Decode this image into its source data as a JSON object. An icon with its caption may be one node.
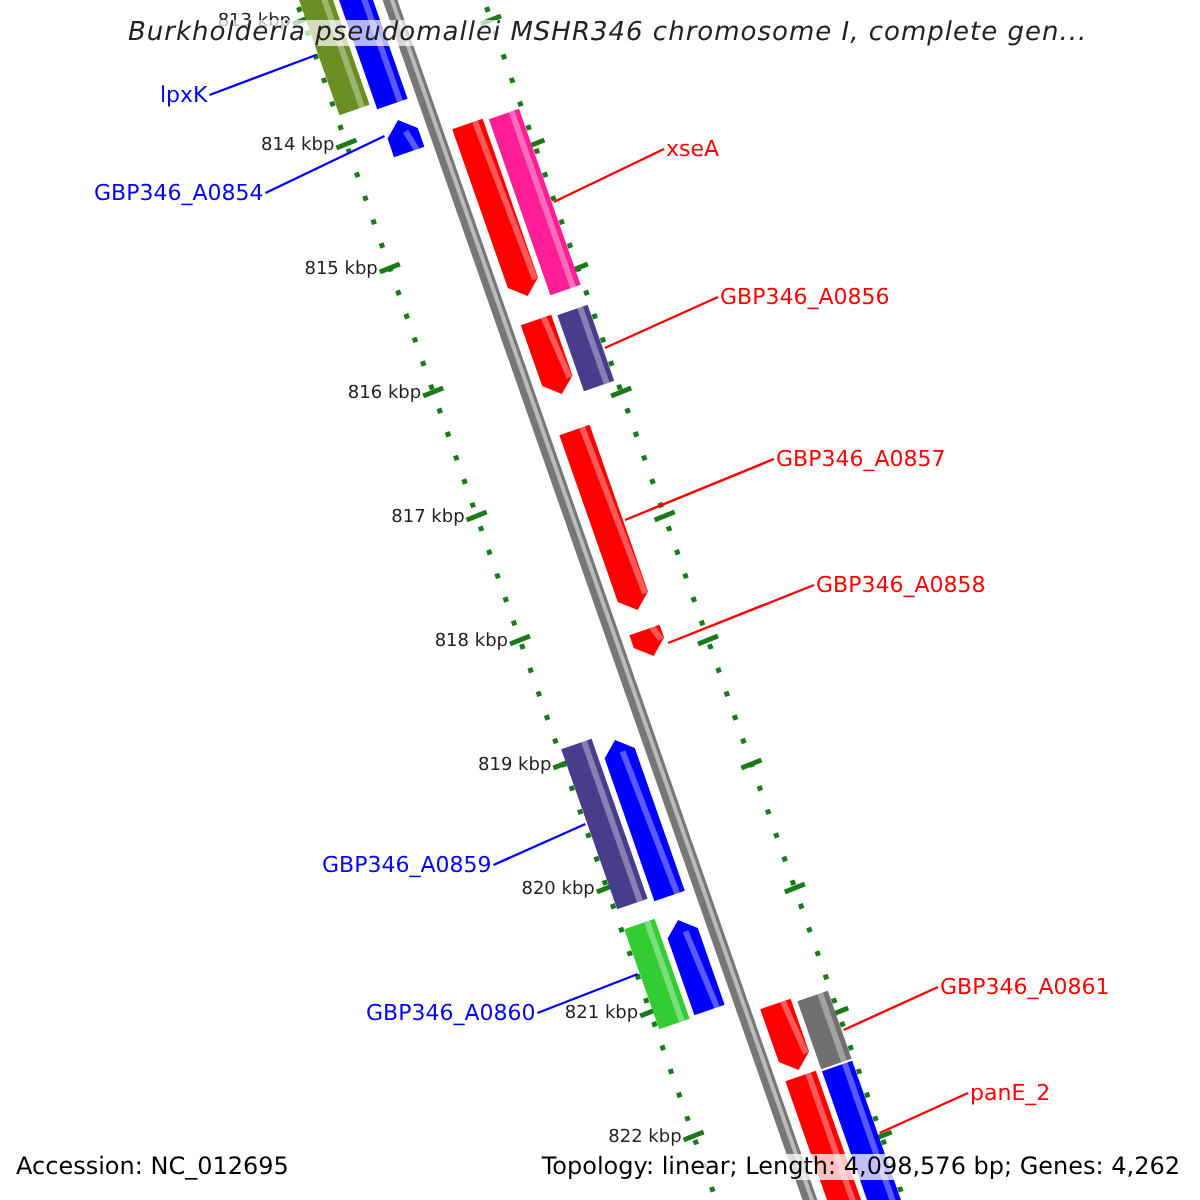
{
  "diagram": {
    "title": "Burkholderia pseudomallei MSHR346 chromosome I, complete gen...",
    "nodes": [
      {
        "text": [
          "lpxK"
        ]
      },
      {
        "text": [],
        "shape": "bar"
      },
      {
        "text": [
          "GBP346_A0854"
        ]
      },
      {
        "text": [],
        "shape": "bar"
      },
      {
        "text": [
          "xseA"
        ]
      },
      {
        "text": [],
        "shape": "bar"
      },
      {
        "text": [
          "GBP346_A0856"
        ]
      },
      {
        "text": [],
        "shape": "bar"
      },
      {
        "text": [
          "GBP346_A0857"
        ]
      },
      {
        "text": [],
        "shape": "bar"
      },
      {
        "text": [
          "GBP346_A0858"
        ]
      },
      {
        "text": [],
        "shape": "bar"
      },
      {
        "text": [
          "GBP346_A0859"
        ]
      },
      {
        "text": [],
        "shape": "bar"
      },
      {
        "text": [
          "GBP346_A0860"
        ]
      },
      {
        "text": [],
        "shape": "bar"
      },
      {
        "text": [
          "GBP346_A0861"
        ]
      },
      {
        "text": [],
        "shape": "bar"
      },
      {
        "text": [
          "panE_2"
        ]
      },
      {
        "text": [],
        "shape": "bar"
      },
      {
        "text": [],
        "shape": "bar"
      },
      {
        "text": [],
        "shape": "bar"
      },
      {
        "text": [],
        "shape": "bar"
      },
      {
        "text": [],
        "shape": "bar"
      },
      {
        "text": [],
        "shape": "bar"
      },
      {
        "text": [],
        "shape": "bar"
      },
      {
        "text": [],
        "shape": "bar"
      }
    ],
    "edges": [
      {
        "from": 0,
        "to": 1,
        "arrow": "none",
        "color": "#0000ff"
      },
      {
        "from": 2,
        "to": 3,
        "arrow": "none",
        "color": "#0000ff"
      },
      {
        "from": 4,
        "to": 5,
        "arrow": "none",
        "color": "#ff0000"
      },
      {
        "from": 6,
        "to": 7,
        "arrow": "none",
        "color": "#ff0000"
      },
      {
        "from": 8,
        "to": 9,
        "arrow": "none",
        "color": "#ff0000"
      },
      {
        "from": 10,
        "to": 11,
        "arrow": "none",
        "color": "#ff0000"
      },
      {
        "from": 12,
        "to": 13,
        "arrow": "none",
        "color": "#0000ff"
      },
      {
        "from": 14,
        "to": 15,
        "arrow": "none",
        "color": "#0000ff"
      },
      {
        "from": 16,
        "to": 17,
        "arrow": "none",
        "color": "#ff0000"
      },
      {
        "from": 18,
        "to": 19,
        "arrow": "none",
        "color": "#ff0000"
      }
    ],
    "labels": [
      "813 kbp",
      "814 kbp",
      "815 kbp",
      "816 kbp",
      "817 kbp",
      "818 kbp",
      "819 kbp",
      "820 kbp",
      "821 kbp",
      "822 kbp",
      "Accession: NC_012695",
      "Topology: linear; Length: 4,098,576 bp; Genes: 4,262"
    ]
  }
}
